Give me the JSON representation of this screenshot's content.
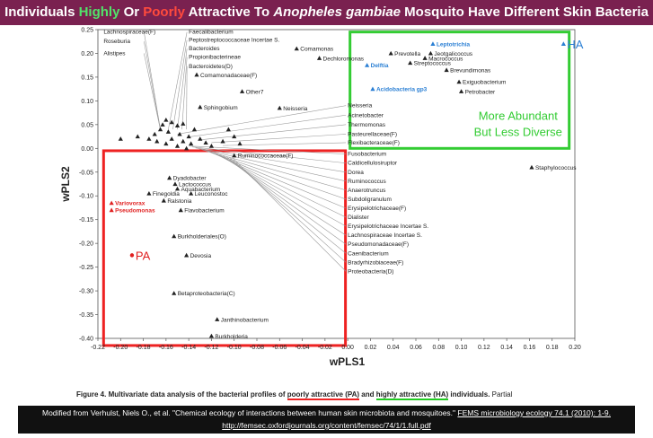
{
  "title": {
    "p1": "Individuals ",
    "highly": "Highly",
    "p2": " Or ",
    "poorly": "Poorly",
    "p3": " Attractive To ",
    "species": "Anopheles gambiae",
    "p4": " Mosquito Have Different Skin Bacteria"
  },
  "caption": {
    "p1": "Figure 4. Multivariate data analysis of the bacterial profiles of ",
    "poor": "poorly attractive (PA)",
    "p2": " and ",
    "high": "highly attractive (HA)",
    "p3": " individuals.",
    "partial": " Partial"
  },
  "citation": {
    "text": "Modified from Verhulst, Niels O., et al. \"Chemical ecology of interactions between human skin microbiota and mosquitoes.\" ",
    "journal": "FEMS microbiology ecology 74.1 (2010): 1-9.",
    "url": "http://femsec.oxfordjournals.org/content/femsec/74/1/1.full.pdf"
  },
  "colors": {
    "banner": "#7a2150",
    "pa_box": "#ee2222",
    "ha_box": "#33cc33",
    "highlight_blue": "#2a7fd4",
    "highlight_red": "#e02020"
  },
  "chart_data": {
    "type": "scatter",
    "xlabel": "wPLS1",
    "ylabel": "wPLS2",
    "xlim": [
      -0.22,
      0.2
    ],
    "ylim": [
      -0.4,
      0.25
    ],
    "xticks": [
      "-0.22",
      "-0.20",
      "-0.18",
      "-0.16",
      "-0.14",
      "-0.12",
      "-0.10",
      "-0.08",
      "-0.06",
      "-0.04",
      "-0.02",
      "0.00",
      "0.02",
      "0.04",
      "0.06",
      "0.08",
      "0.10",
      "0.12",
      "0.14",
      "0.16",
      "0.18",
      "0.20"
    ],
    "yticks": [
      "0.25",
      "0.20",
      "0.15",
      "0.10",
      "0.05",
      "0.00",
      "-0.05",
      "-0.10",
      "-0.15",
      "-0.20",
      "-0.25",
      "-0.30",
      "-0.35",
      "-0.40"
    ],
    "grid": false,
    "annotations": {
      "ha_box": "More Abundant\nBut Less Diverse",
      "ha_label": "HA",
      "pa_label": "PA"
    },
    "groups": {
      "HA": {
        "x": 0.19,
        "y": 0.22
      },
      "PA": {
        "x": -0.19,
        "y": -0.225
      }
    },
    "points": [
      {
        "name": "Prevotella",
        "x": 0.038,
        "y": 0.2
      },
      {
        "name": "Leptotrichia",
        "x": 0.075,
        "y": 0.22
      },
      {
        "name": "Jeotgalicoccus",
        "x": 0.073,
        "y": 0.2
      },
      {
        "name": "Macrococcus",
        "x": 0.068,
        "y": 0.19
      },
      {
        "name": "Delftia",
        "x": 0.017,
        "y": 0.175
      },
      {
        "name": "Streptococcus",
        "x": 0.055,
        "y": 0.18
      },
      {
        "name": "Brevundimonas",
        "x": 0.087,
        "y": 0.165
      },
      {
        "name": "Exiguobacterium",
        "x": 0.098,
        "y": 0.14
      },
      {
        "name": "Acidobacteria gp3",
        "x": 0.022,
        "y": 0.125
      },
      {
        "name": "Petrobacter",
        "x": 0.1,
        "y": 0.12
      },
      {
        "name": "Staphylococcus",
        "x": 0.162,
        "y": -0.04
      },
      {
        "name": "Comamonas",
        "x": -0.045,
        "y": 0.21
      },
      {
        "name": "Dechloromonas",
        "x": -0.025,
        "y": 0.19
      },
      {
        "name": "Comamonadaceae(F)",
        "x": -0.133,
        "y": 0.155
      },
      {
        "name": "Other7",
        "x": -0.093,
        "y": 0.12
      },
      {
        "name": "Sphingobium",
        "x": -0.13,
        "y": 0.087
      },
      {
        "name": "Neisseria",
        "x": -0.06,
        "y": 0.085
      },
      {
        "name": "Ruminococcaceae(F)",
        "x": -0.1,
        "y": -0.015
      },
      {
        "name": "Dyadobacter",
        "x": -0.157,
        "y": -0.062
      },
      {
        "name": "Lactococcus",
        "x": -0.152,
        "y": -0.075
      },
      {
        "name": "Aquabacterium",
        "x": -0.15,
        "y": -0.085
      },
      {
        "name": "Leuconostoc",
        "x": -0.138,
        "y": -0.095
      },
      {
        "name": "Finegoldia",
        "x": -0.175,
        "y": -0.095
      },
      {
        "name": "Variovorax",
        "x": -0.208,
        "y": -0.115
      },
      {
        "name": "Pseudomonas",
        "x": -0.208,
        "y": -0.13
      },
      {
        "name": "Ralstonia",
        "x": -0.162,
        "y": -0.11
      },
      {
        "name": "Flavobacterium",
        "x": -0.147,
        "y": -0.13
      },
      {
        "name": "Burkholderiales(O)",
        "x": -0.153,
        "y": -0.185
      },
      {
        "name": "Devosia",
        "x": -0.142,
        "y": -0.225
      },
      {
        "name": "Betaproteobacteria(C)",
        "x": -0.153,
        "y": -0.305
      },
      {
        "name": "Janthinobacterium",
        "x": -0.115,
        "y": -0.36
      },
      {
        "name": "Burkholderia",
        "x": -0.12,
        "y": -0.395
      }
    ],
    "left_labels": [
      {
        "name": "Lachnospiraceae(F)",
        "x": -0.215,
        "y": 0.245
      },
      {
        "name": "Roseburia",
        "x": -0.215,
        "y": 0.225
      },
      {
        "name": "Alistipes",
        "x": -0.215,
        "y": 0.2
      }
    ],
    "top_labels": [
      {
        "name": "Faecalibacterium",
        "y": 0.245
      },
      {
        "name": "Peptostreptococcaceae Incertae S.",
        "y": 0.228
      },
      {
        "name": "Bacteroides",
        "y": 0.21
      },
      {
        "name": "Propionibacterineae",
        "y": 0.192
      },
      {
        "name": "Bacteroidetes(D)",
        "y": 0.173
      }
    ],
    "right_labels_upper": [
      {
        "name": "Neisseria",
        "y": 0.09
      },
      {
        "name": "Acinetobacter",
        "y": 0.07
      },
      {
        "name": "Thermomonas",
        "y": 0.05
      },
      {
        "name": "Pasteurellaceae(F)",
        "y": 0.03
      },
      {
        "name": "Flexibacteraceae(F)",
        "y": 0.012
      }
    ],
    "right_labels_lower": [
      {
        "name": "Fusobacterium",
        "y": -0.012
      },
      {
        "name": "Caldicellulosiruptor",
        "y": -0.031
      },
      {
        "name": "Dorea",
        "y": -0.05
      },
      {
        "name": "Ruminococcus",
        "y": -0.069
      },
      {
        "name": "Anaerotruncus",
        "y": -0.088
      },
      {
        "name": "Subdoligranulum",
        "y": -0.107
      },
      {
        "name": "Erysipelotrichaceae(F)",
        "y": -0.126
      },
      {
        "name": "Dialister",
        "y": -0.145
      },
      {
        "name": "Erysipelotrichaceae Incertae S.",
        "y": -0.164
      },
      {
        "name": "Lachnospiraceae Incertae S.",
        "y": -0.183
      },
      {
        "name": "Pseudomonadaceae(F)",
        "y": -0.202
      },
      {
        "name": "Caenibacterium",
        "y": -0.221
      },
      {
        "name": "Bradyrhizobiaceae(F)",
        "y": -0.24
      },
      {
        "name": "Proteobacteria(D)",
        "y": -0.259
      }
    ],
    "cluster": [
      [
        -0.16,
        0.06
      ],
      [
        -0.155,
        0.055
      ],
      [
        -0.163,
        0.05
      ],
      [
        -0.15,
        0.048
      ],
      [
        -0.145,
        0.052
      ],
      [
        -0.165,
        0.04
      ],
      [
        -0.158,
        0.035
      ],
      [
        -0.148,
        0.03
      ],
      [
        -0.14,
        0.025
      ],
      [
        -0.17,
        0.03
      ],
      [
        -0.175,
        0.02
      ],
      [
        -0.155,
        0.02
      ],
      [
        -0.145,
        0.015
      ],
      [
        -0.138,
        0.01
      ],
      [
        -0.15,
        0.005
      ],
      [
        -0.16,
        0.01
      ],
      [
        -0.13,
        0.02
      ],
      [
        -0.125,
        0.012
      ],
      [
        -0.12,
        0.005
      ],
      [
        -0.185,
        0.025
      ],
      [
        -0.2,
        0.02
      ],
      [
        -0.168,
        0.015
      ],
      [
        -0.135,
        0.04
      ],
      [
        -0.142,
        0.0
      ],
      [
        -0.11,
        0.015
      ],
      [
        -0.105,
        0.04
      ],
      [
        -0.1,
        0.025
      ],
      [
        -0.095,
        0.01
      ]
    ]
  }
}
